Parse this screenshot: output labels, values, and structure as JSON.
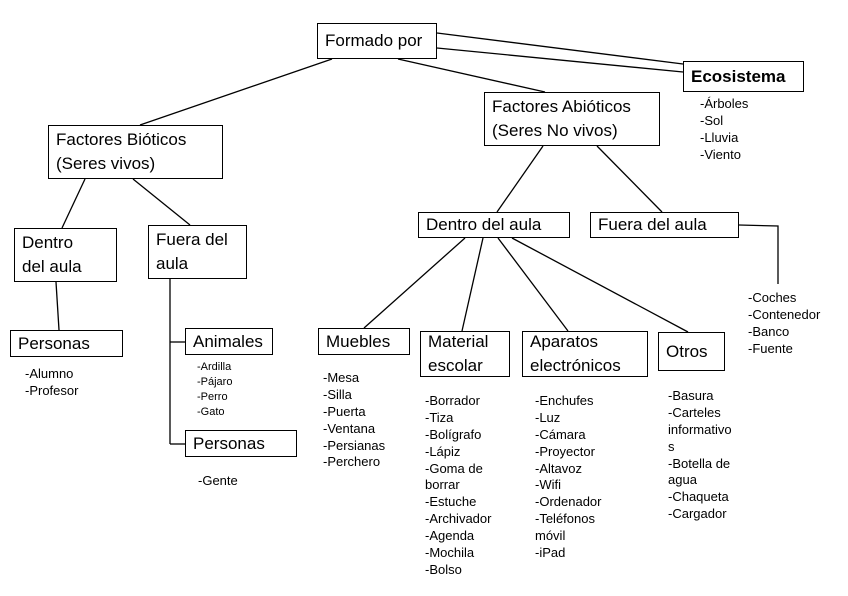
{
  "diagram": {
    "title_node": "Formado por",
    "nodes": {
      "formado_por": "Formado por",
      "ecosistema": "Ecosistema",
      "factores_bioticos": [
        "Factores Bióticos",
        "(Seres vivos)"
      ],
      "factores_abioticos": [
        "Factores Abióticos",
        "(Seres No vivos)"
      ],
      "dentro_del_aula_bioticos": [
        "Dentro",
        "del aula"
      ],
      "fuera_del_aula_bioticos": [
        "Fuera del",
        "aula"
      ],
      "personas_dentro": "Personas",
      "animales": "Animales",
      "personas_fuera": "Personas",
      "dentro_del_aula_abioticos": "Dentro del aula",
      "fuera_del_aula_abioticos": "Fuera del aula",
      "muebles": "Muebles",
      "material_escolar": [
        "Material",
        "escolar"
      ],
      "aparatos_electronicos": [
        "Aparatos",
        "electrónicos"
      ],
      "otros": "Otros"
    },
    "lists": {
      "ecosistema": [
        "-Árboles",
        "-Sol",
        "-Lluvia",
        "-Viento"
      ],
      "personas_dentro": [
        "-Alumno",
        "-Profesor"
      ],
      "animales": [
        "-Ardilla",
        "-Pájaro",
        "-Perro",
        "-Gato"
      ],
      "personas_fuera": [
        "-Gente"
      ],
      "fuera_del_aula_abioticos": [
        "-Coches",
        "-Contenedor",
        "-Banco",
        "-Fuente"
      ],
      "muebles": [
        "-Mesa",
        "-Silla",
        "-Puerta",
        "-Ventana",
        "-Persianas",
        "-Perchero"
      ],
      "material_escolar": [
        "-Borrador",
        "-Tiza",
        "-Bolígrafo",
        "-Lápiz",
        "-Goma de borrar",
        "-Estuche",
        "-Archivador",
        "-Agenda",
        "-Mochila",
        "-Bolso"
      ],
      "aparatos_electronicos": [
        "-Enchufes",
        "-Luz",
        "-Cámara",
        "-Proyector",
        "-Altavoz",
        "-Wifi",
        "-Ordenador",
        "-Teléfonos móvil",
        "-iPad"
      ],
      "otros": [
        "-Basura",
        "-Carteles informativos",
        "-Botella de agua",
        "-Chaqueta",
        "-Cargador"
      ]
    },
    "colors": {
      "line": "#000000",
      "box_border": "#000000",
      "background": "#ffffff"
    }
  }
}
